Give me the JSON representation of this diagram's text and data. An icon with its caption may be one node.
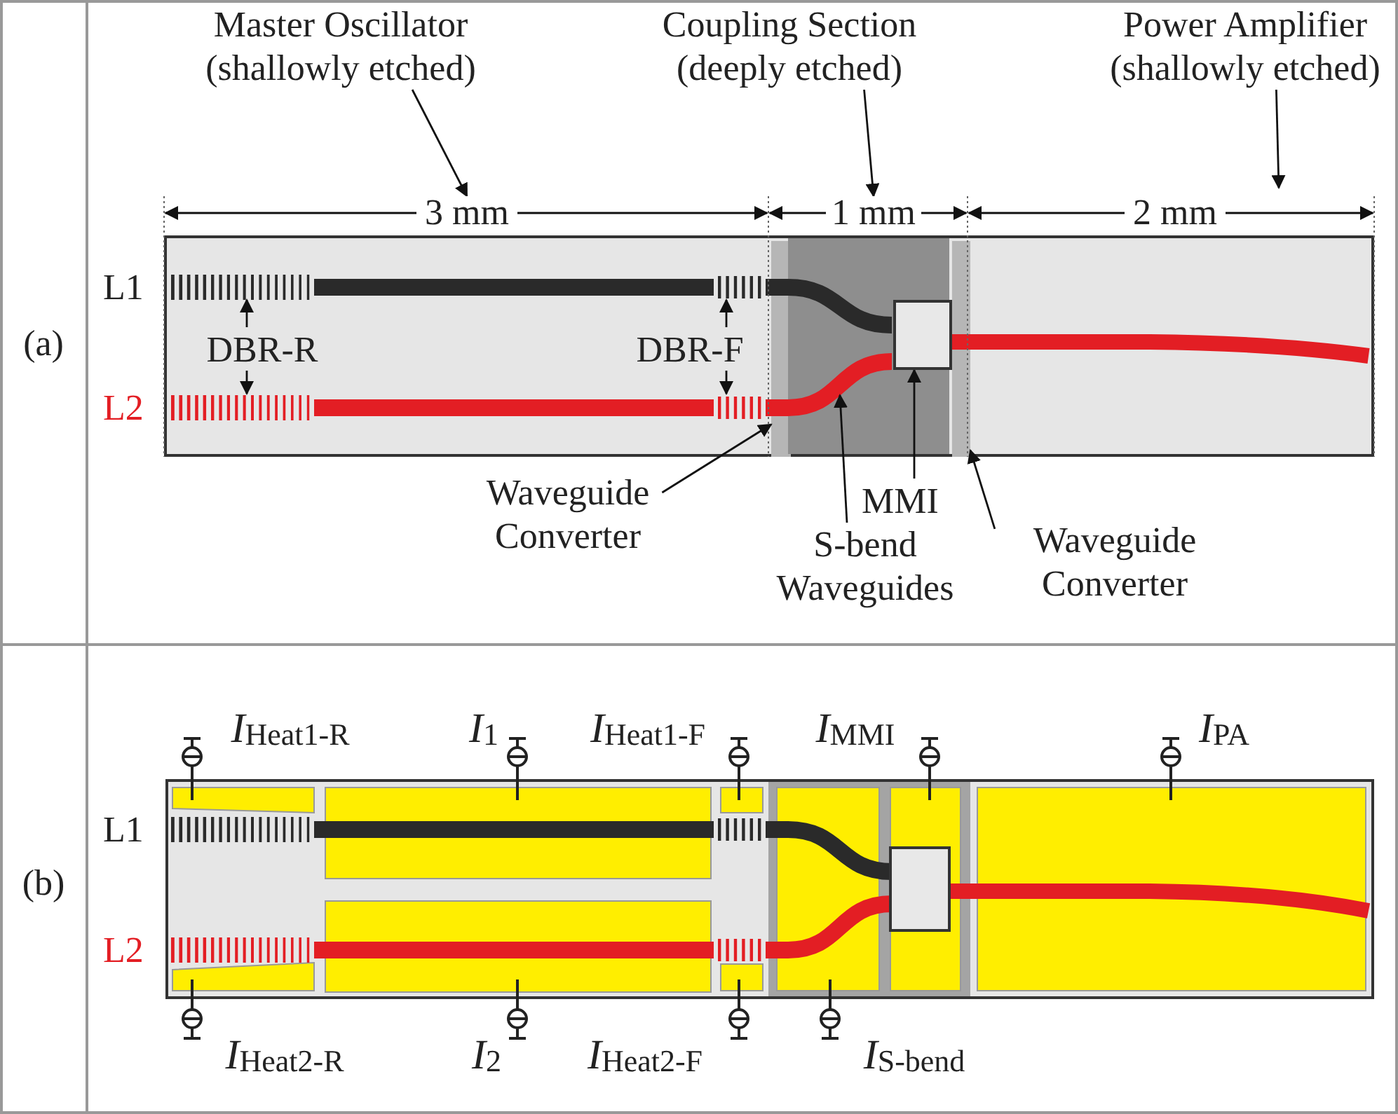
{
  "diagram": {
    "nodes": [
      {
        "text": [
          "Master Oscillator (shallowly etched)"
        ]
      },
      {
        "text": [
          "Coupling Section (deeply etched)"
        ]
      },
      {
        "text": [
          "Power Amplifier (shallowly etched)"
        ]
      },
      {
        "text": [],
        "shape": "box"
      },
      {
        "text": [],
        "shape": "box",
        "in": 3
      },
      {
        "text": [
          "DBR-R"
        ],
        "in": 3
      },
      {
        "text": [
          "DBR-F"
        ],
        "in": 3
      },
      {
        "text": [
          "Waveguide Converter"
        ]
      },
      {
        "text": [
          "MMI"
        ]
      },
      {
        "text": [
          "S-bend Waveguides"
        ]
      },
      {
        "text": [
          "Waveguide Converter"
        ]
      },
      {
        "text": [],
        "shape": "box"
      },
      {
        "text": [],
        "shape": "bar",
        "in": 3
      },
      {
        "text": [],
        "shape": "bar",
        "in": 3
      },
      {
        "text": [
          "3 mm"
        ]
      },
      {
        "text": [
          "1 mm"
        ]
      },
      {
        "text": [
          "2 mm"
        ]
      }
    ],
    "edges": [
      {
        "from": 0,
        "to": 14,
        "arrow": "to"
      },
      {
        "from": 1,
        "to": 15,
        "arrow": "to"
      },
      {
        "from": 2,
        "to": null,
        "arrow": "to"
      },
      {
        "from": 5,
        "to": null,
        "arrow": "to"
      },
      {
        "from": 5,
        "to": null,
        "arrow": "to"
      },
      {
        "from": 6,
        "to": null,
        "arrow": "to"
      },
      {
        "from": 6,
        "to": null,
        "arrow": "to"
      },
      {
        "from": 7,
        "to": 12,
        "arrow": "to"
      },
      {
        "from": 8,
        "to": 4,
        "arrow": "to"
      },
      {
        "from": 9,
        "to": null,
        "arrow": "to"
      },
      {
        "from": 10,
        "to": 13,
        "arrow": "to"
      }
    ],
    "labels": [
      "(a)",
      "L1",
      "L2",
      "(b)",
      "*I*$_{Heat1-R}$",
      "*I*$_{1}$",
      "*I*$_{Heat1-F}$",
      "*I*$_{MMI}$",
      "*I*$_{PA}$",
      "L1",
      "L2",
      "*I*$_{Heat2-R}$",
      "*I*$_{2}$",
      "*I*$_{Heat2-F}$",
      "*I*$_{S-bend}$"
    ]
  }
}
